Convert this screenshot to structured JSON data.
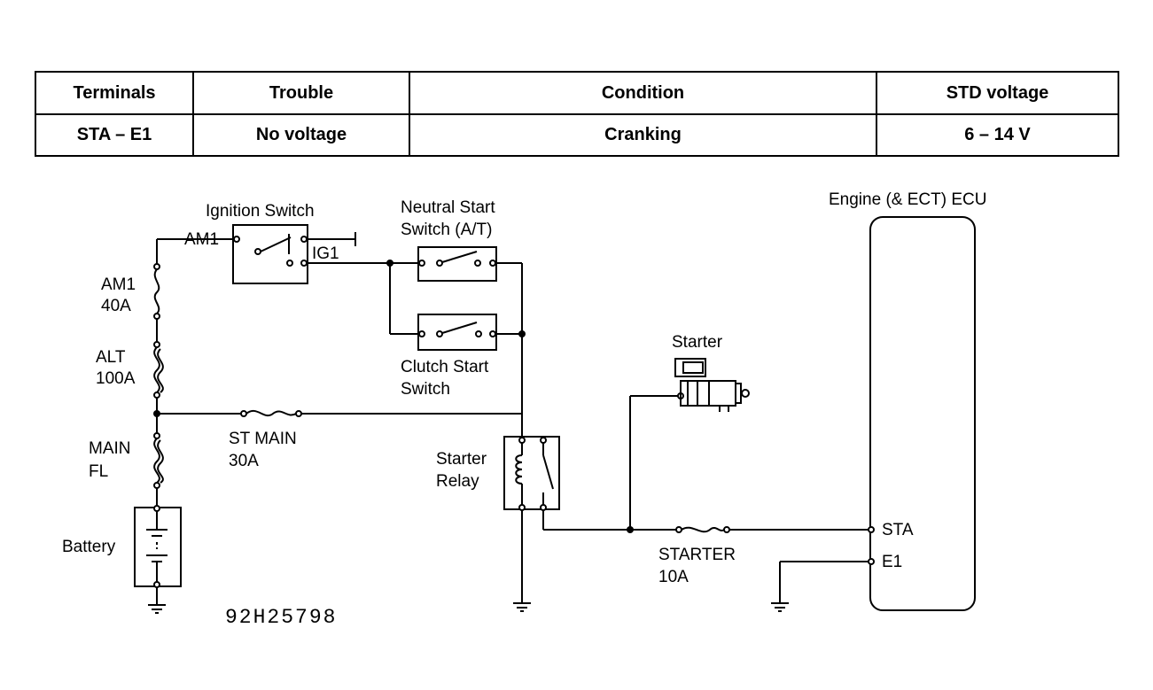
{
  "table": {
    "headers": [
      "Terminals",
      "Trouble",
      "Condition",
      "STD voltage"
    ],
    "row": [
      "STA – E1",
      "No voltage",
      "Cranking",
      "6 – 14 V"
    ]
  },
  "diagram": {
    "ignition_switch": "Ignition Switch",
    "am1_terminal": "AM1",
    "ig1_terminal": "IG1",
    "neutral_start_line1": "Neutral Start",
    "neutral_start_line2": "Switch (A/T)",
    "clutch_start_line1": "Clutch Start",
    "clutch_start_line2": "Switch",
    "fuse_am1_name": "AM1",
    "fuse_am1_rating": "40A",
    "fuse_alt_name": "ALT",
    "fuse_alt_rating": "100A",
    "fuse_main_name": "MAIN",
    "fuse_main_rating": "FL",
    "battery": "Battery",
    "st_main_name": "ST MAIN",
    "st_main_rating": "30A",
    "starter_relay_line1": "Starter",
    "starter_relay_line2": "Relay",
    "starter": "Starter",
    "starter_fuse_name": "STARTER",
    "starter_fuse_rating": "10A",
    "ecu_title": "Engine (& ECT) ECU",
    "ecu_sta": "STA",
    "ecu_e1": "E1",
    "figure_code": "92H25798"
  }
}
